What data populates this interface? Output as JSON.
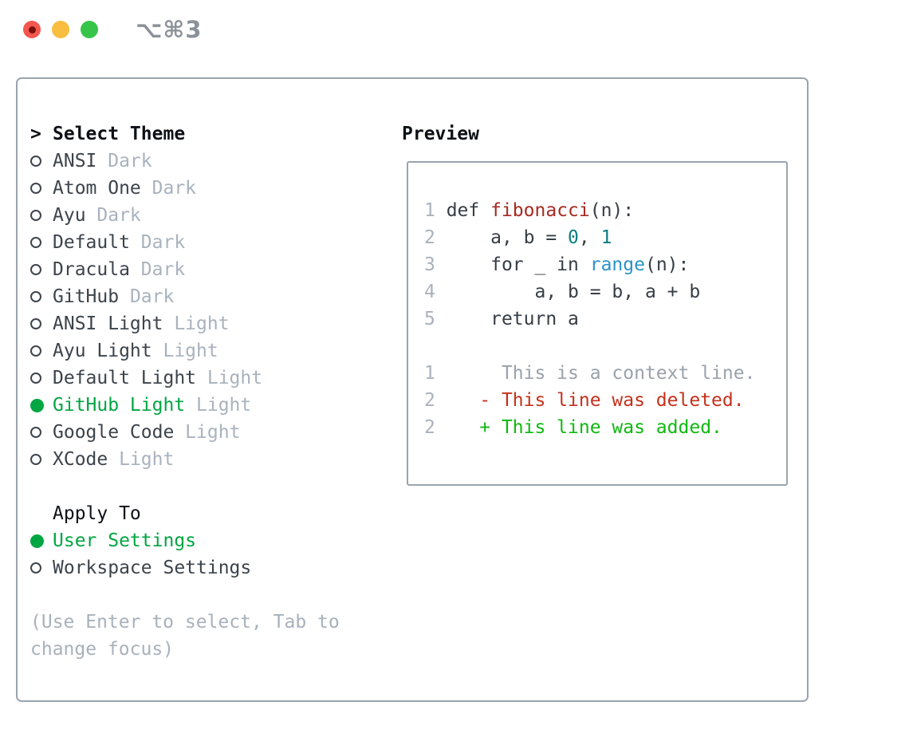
{
  "window": {
    "shortcut": "⌥⌘3"
  },
  "traffic_lights": {
    "close": "#f4574e",
    "minimize": "#f9bd3f",
    "zoom": "#37c549",
    "close_dot": "#7b110b"
  },
  "theme_selector": {
    "prompt": ">",
    "title": "Select Theme",
    "items": [
      {
        "name": "ANSI",
        "variant": "Dark",
        "selected": false
      },
      {
        "name": "Atom One",
        "variant": "Dark",
        "selected": false
      },
      {
        "name": "Ayu",
        "variant": "Dark",
        "selected": false
      },
      {
        "name": "Default",
        "variant": "Dark",
        "selected": false
      },
      {
        "name": "Dracula",
        "variant": "Dark",
        "selected": false
      },
      {
        "name": "GitHub",
        "variant": "Dark",
        "selected": false
      },
      {
        "name": "ANSI Light",
        "variant": "Light",
        "selected": false
      },
      {
        "name": "Ayu Light",
        "variant": "Light",
        "selected": false
      },
      {
        "name": "Default Light",
        "variant": "Light",
        "selected": false
      },
      {
        "name": "GitHub Light",
        "variant": "Light",
        "selected": true
      },
      {
        "name": "Google Code",
        "variant": "Light",
        "selected": false
      },
      {
        "name": "XCode",
        "variant": "Light",
        "selected": false
      }
    ]
  },
  "apply_to": {
    "title": "Apply To",
    "options": [
      {
        "label": "User Settings",
        "selected": true
      },
      {
        "label": "Workspace Settings",
        "selected": false
      }
    ]
  },
  "hint": {
    "text": "(Use Enter to select, Tab to change focus)"
  },
  "preview": {
    "title": "Preview",
    "lines": [
      {
        "segments": [
          {
            "t": "1",
            "c": "lineno"
          },
          {
            "t": " def ",
            "c": "code"
          },
          {
            "t": "fibonacci",
            "c": "function"
          },
          {
            "t": "(n):",
            "c": "code"
          }
        ]
      },
      {
        "segments": [
          {
            "t": "2",
            "c": "lineno"
          },
          {
            "t": "     a, b = ",
            "c": "code"
          },
          {
            "t": "0",
            "c": "number"
          },
          {
            "t": ", ",
            "c": "code"
          },
          {
            "t": "1",
            "c": "number"
          }
        ]
      },
      {
        "segments": [
          {
            "t": "3",
            "c": "lineno"
          },
          {
            "t": "     for _ in ",
            "c": "code"
          },
          {
            "t": "range",
            "c": "builtin"
          },
          {
            "t": "(n):",
            "c": "code"
          }
        ]
      },
      {
        "segments": [
          {
            "t": "4",
            "c": "lineno"
          },
          {
            "t": "         a, b = b, a + b",
            "c": "code"
          }
        ]
      },
      {
        "segments": [
          {
            "t": "5",
            "c": "lineno"
          },
          {
            "t": "     return a",
            "c": "code"
          }
        ]
      },
      {
        "segments": []
      },
      {
        "segments": [
          {
            "t": "1",
            "c": "lineno"
          },
          {
            "t": "      This is a context line.",
            "c": "context"
          }
        ]
      },
      {
        "segments": [
          {
            "t": "2",
            "c": "lineno"
          },
          {
            "t": "    - This line was deleted.",
            "c": "deleted"
          }
        ]
      },
      {
        "segments": [
          {
            "t": "2",
            "c": "lineno"
          },
          {
            "t": "    + This line was added.",
            "c": "added"
          }
        ]
      }
    ]
  },
  "colors": {
    "lineno": "#a9b2bd",
    "code": "#363d45",
    "function": "#a62a21",
    "number": "#0d7d84",
    "builtin": "#2a93c9",
    "context": "#9aa2ac",
    "deleted": "#c5311c",
    "added": "#10b811",
    "selection": "#00a642",
    "theme_name": "#3c434b",
    "variant": "#a9b2bd",
    "hint": "#a8b1bc",
    "header": "#0d1116"
  }
}
